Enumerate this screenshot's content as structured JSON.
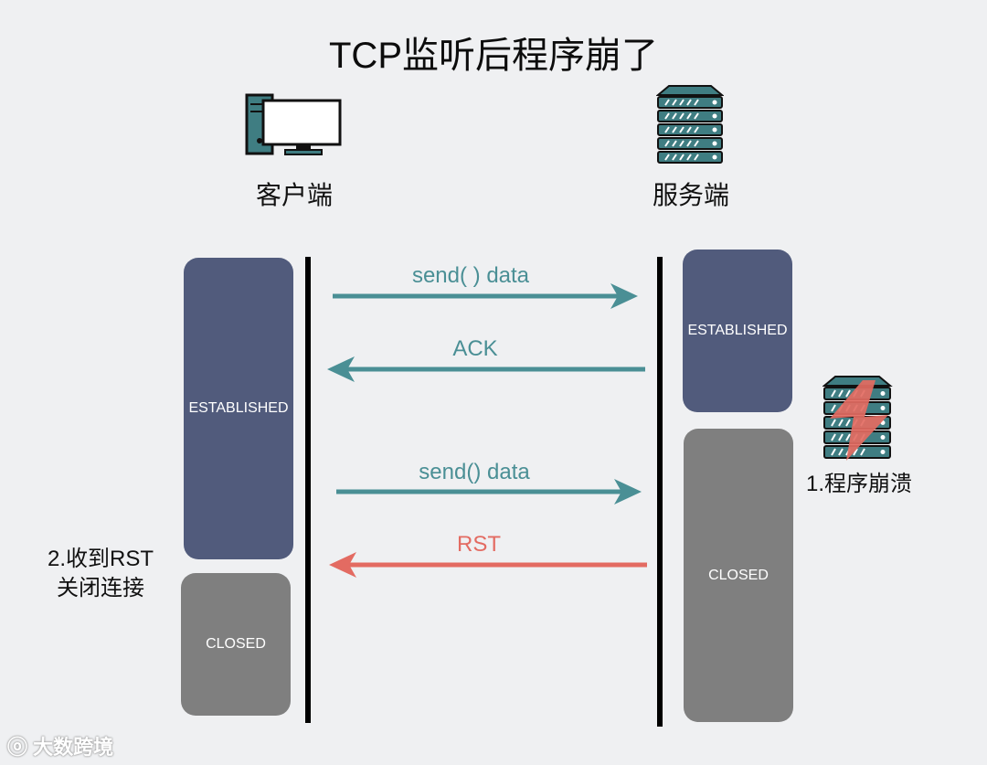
{
  "title": "TCP监听后程序崩了",
  "client": {
    "label": "客户端",
    "icon": "computer-icon"
  },
  "server": {
    "label": "服务端",
    "icon": "server-icon"
  },
  "states": {
    "client_established": "ESTABLISHED",
    "client_closed": "CLOSED",
    "server_established": "ESTABLISHED",
    "server_closed": "CLOSED"
  },
  "messages": {
    "send1": "send( ) data",
    "ack": "ACK",
    "send2": "send() data",
    "rst": "RST"
  },
  "notes": {
    "server_crash": "1.程序崩溃",
    "client_rst_line1": "2.收到RST",
    "client_rst_line2": "关闭连接"
  },
  "watermark": "大数跨境",
  "colors": {
    "teal_arrow": "#4a8f95",
    "rst_arrow": "#e36b62",
    "established": "#515b7c",
    "closed": "#7f7f7f",
    "server_icon": "#3f7d82"
  }
}
